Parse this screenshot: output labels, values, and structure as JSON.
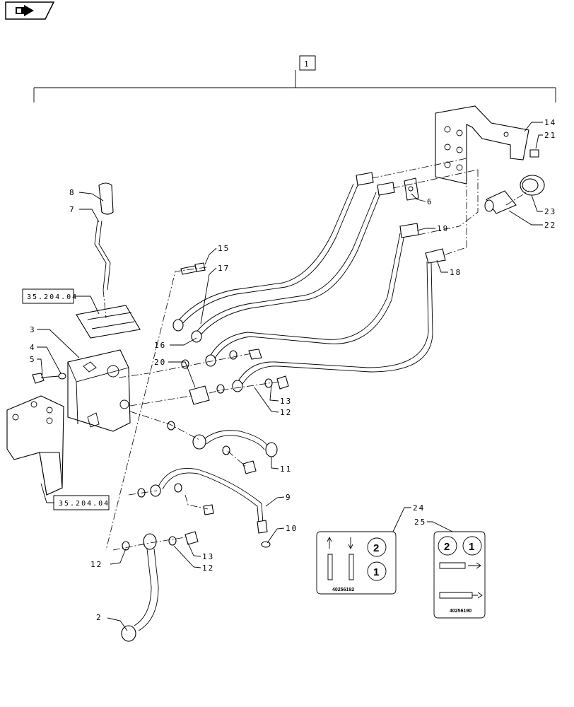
{
  "nav_icon": "page-navigation-icon",
  "group_label": "1",
  "callouts": {
    "c2": "2",
    "c3": "3",
    "c4": "4",
    "c5": "5",
    "c6": "6",
    "c7": "7",
    "c8": "8",
    "c9": "9",
    "c10": "10",
    "c11": "11",
    "c12a": "12",
    "c12b": "12",
    "c12c": "12",
    "c13a": "13",
    "c13b": "13",
    "c14": "14",
    "c15": "15",
    "c16": "16",
    "c17": "17",
    "c18": "18",
    "c19": "19",
    "c20": "20",
    "c21": "21",
    "c22": "22",
    "c23": "23",
    "c24": "24",
    "c25": "25"
  },
  "references": {
    "ref_top": "35.204.04",
    "ref_bottom": "35.204.04"
  },
  "decals": {
    "decal_24": {
      "num_top": "2",
      "num_bottom": "1",
      "code": "40256192"
    },
    "decal_25": {
      "num_left": "2",
      "num_right": "1",
      "code": "40256190"
    }
  }
}
